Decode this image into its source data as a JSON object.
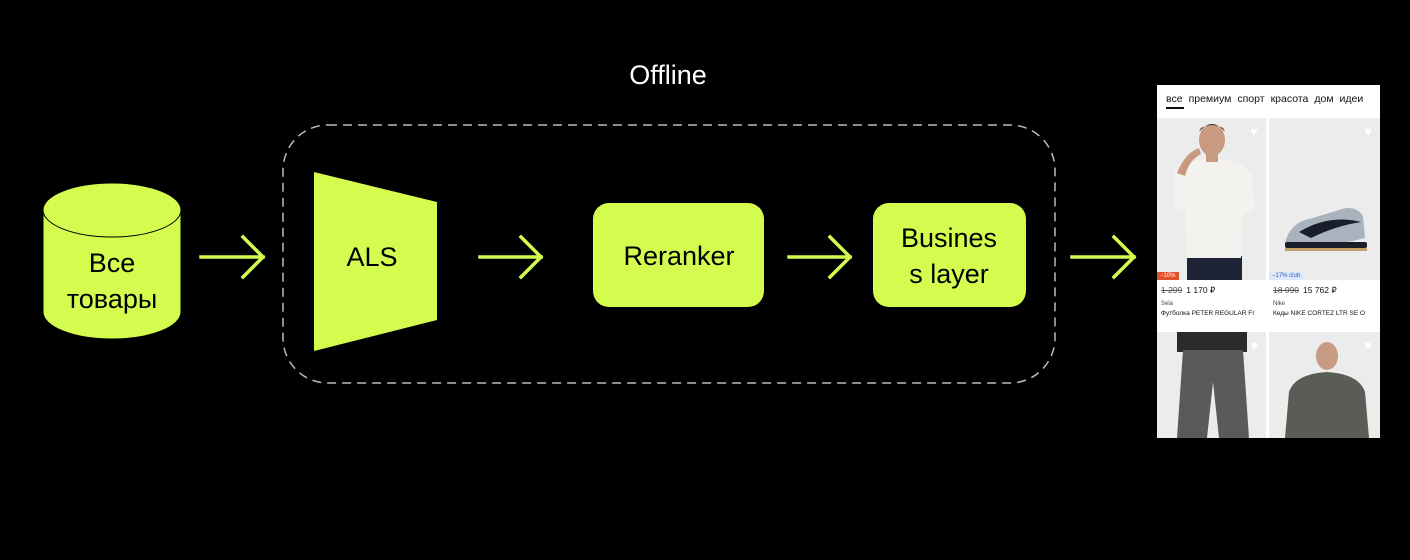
{
  "colors": {
    "accent": "#D4FC4E",
    "background": "#000000",
    "dashed_border": "#BBBBBB"
  },
  "group_label": "Offline",
  "nodes": {
    "all_products": {
      "line1": "Все",
      "line2": "товары",
      "shape": "cylinder"
    },
    "als": {
      "label": "ALS",
      "shape": "trapezoid"
    },
    "reranker": {
      "label": "Reranker",
      "shape": "rounded-rectangle"
    },
    "business_layer": {
      "line1": "Busines",
      "line2": "s layer",
      "shape": "rounded-rectangle"
    }
  },
  "edges": [
    {
      "from": "all_products",
      "to": "als"
    },
    {
      "from": "als",
      "to": "reranker"
    },
    {
      "from": "reranker",
      "to": "business_layer"
    },
    {
      "from": "business_layer",
      "to": "app_screenshot"
    }
  ],
  "app_screenshot": {
    "tabs": [
      "все",
      "премиум",
      "спорт",
      "красота",
      "дом",
      "идеи"
    ],
    "active_tab": "все",
    "products": [
      {
        "badge": "−10%",
        "old_price": "1 299",
        "price": "1 170 ₽",
        "brand": "Sela",
        "name": "Футболка PETER REGULAR FI"
      },
      {
        "badge": "−17% club",
        "old_price": "18 990",
        "price": "15 762 ₽",
        "brand": "Nike",
        "name": "Кеды NIKE CORTEZ LTR SE O"
      }
    ]
  }
}
